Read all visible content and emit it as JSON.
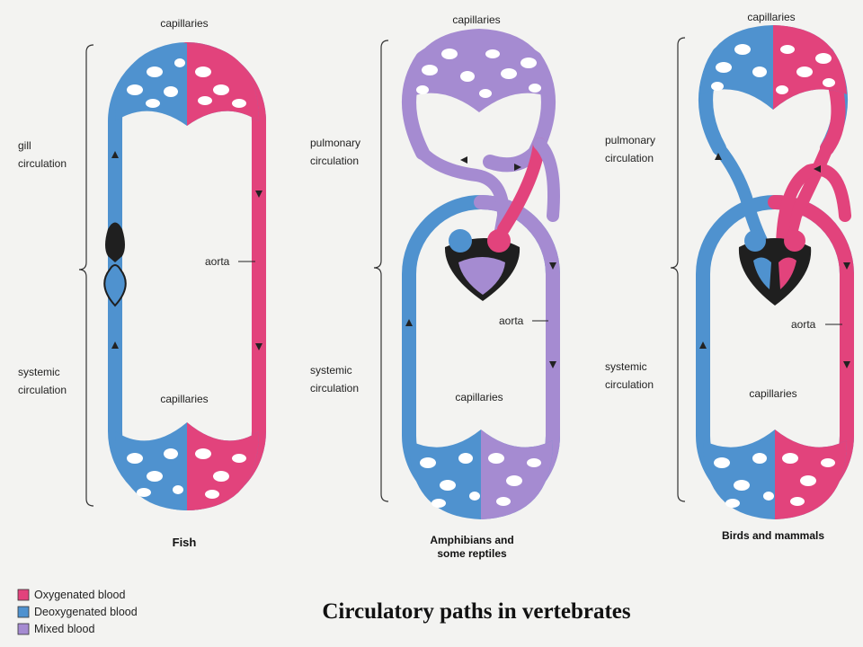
{
  "colors": {
    "oxygenated": "#e2437c",
    "deoxygenated": "#4f92cf",
    "mixed": "#a58bd1",
    "outline": "#1f1f1f"
  },
  "fish": {
    "caption": "Fish",
    "top_capillaries": "capillaries",
    "bottom_capillaries": "capillaries",
    "upper_circulation": [
      "gill",
      "circulation"
    ],
    "lower_circulation": [
      "systemic",
      "circulation"
    ],
    "aorta": "aorta"
  },
  "amphibians": {
    "caption": [
      "Amphibians and",
      "some reptiles"
    ],
    "top_capillaries": "capillaries",
    "bottom_capillaries": "capillaries",
    "upper_circulation": [
      "pulmonary",
      "circulation"
    ],
    "lower_circulation": [
      "systemic",
      "circulation"
    ],
    "aorta": "aorta"
  },
  "birds": {
    "caption": "Birds and mammals",
    "top_capillaries": "capillaries",
    "bottom_capillaries": "capillaries",
    "upper_circulation": [
      "pulmonary",
      "circulation"
    ],
    "lower_circulation": [
      "systemic",
      "circulation"
    ],
    "aorta": "aorta"
  },
  "legend": [
    {
      "label": "Oxygenated blood",
      "color": "#e2437c"
    },
    {
      "label": "Deoxygenated blood",
      "color": "#4f92cf"
    },
    {
      "label": "Mixed blood",
      "color": "#a58bd1"
    }
  ],
  "title": "Circulatory paths in vertebrates"
}
